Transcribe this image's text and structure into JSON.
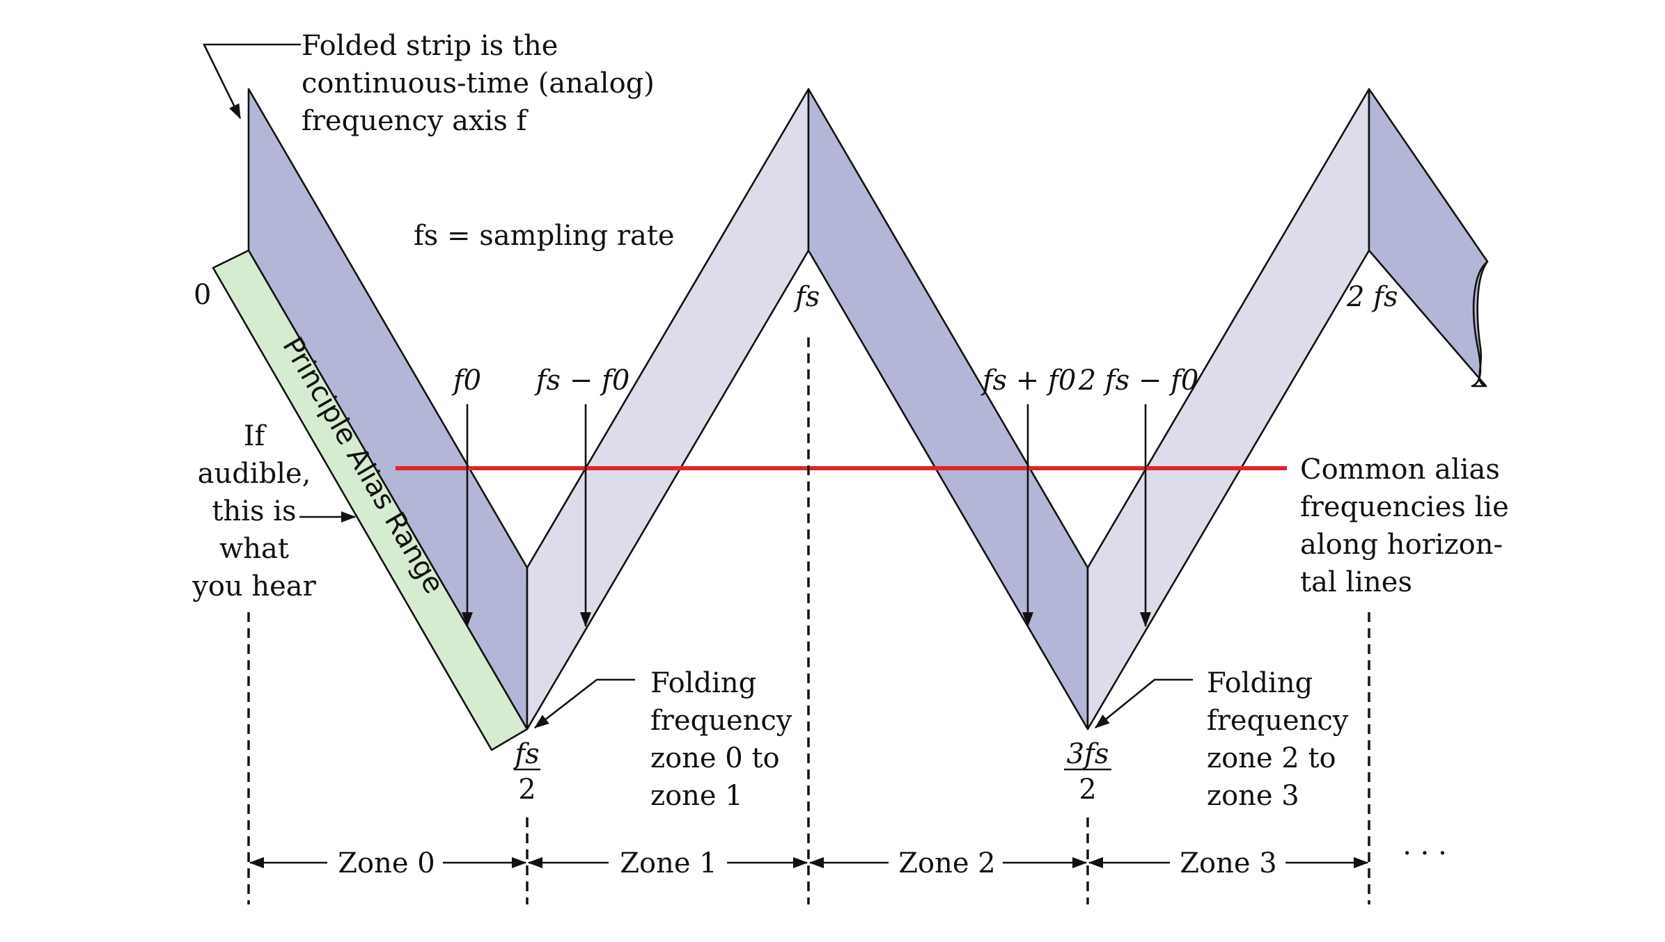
{
  "callout_axis": [
    "Folded strip is the",
    "continuous-time (analog)",
    "frequency axis f"
  ],
  "sampling_rate_note": "fs = sampling rate",
  "zero_label": "0",
  "fold_labels": {
    "fs": "fs",
    "two_fs": "2 fs",
    "half_fs_num": "fs",
    "half_fs_den": "2",
    "three_half_num": "3fs",
    "three_half_den": "2"
  },
  "freq_labels": [
    "f0",
    "fs − f0",
    "fs + f0",
    "2 fs − f0"
  ],
  "principle_alias": "Principle Alias Range",
  "hear_note": [
    "If",
    "audible,",
    "this is",
    "what",
    "you hear"
  ],
  "common_alias_note": [
    "Common alias",
    "frequencies lie",
    "along horizon-",
    "tal lines"
  ],
  "folding_note_1": [
    "Folding",
    "frequency",
    "zone 0 to",
    "zone 1"
  ],
  "folding_note_2": [
    "Folding",
    "frequency",
    "zone 2 to",
    "zone 3"
  ],
  "zones": [
    "Zone 0",
    "Zone 1",
    "Zone 2",
    "Zone 3"
  ],
  "ellipsis": "· · ·",
  "colors": {
    "dark_strip": "#b3b6d6",
    "light_strip": "#dcdcea",
    "alias_band": "#d6ecd0",
    "red_line": "#e0252b",
    "stroke": "#111111"
  }
}
